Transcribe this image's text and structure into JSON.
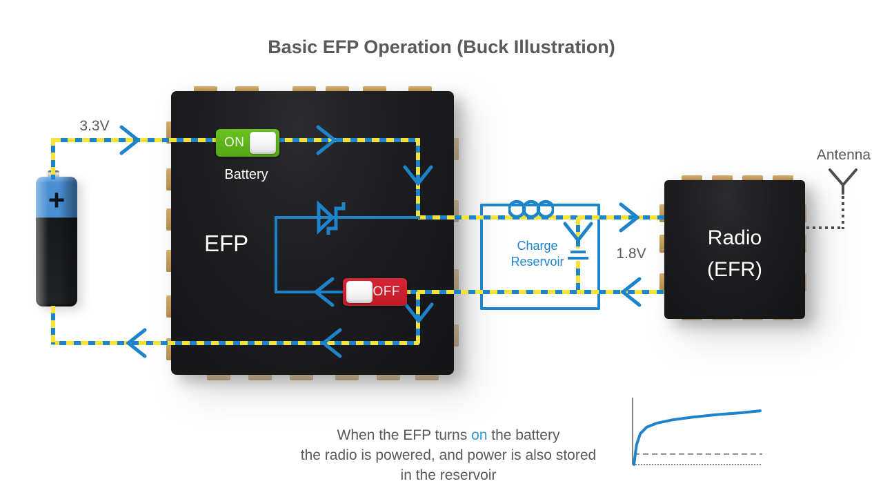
{
  "title": "Basic EFP Operation (Buck Illustration)",
  "battery": {
    "plus_sign": "+",
    "voltage": "3.3V"
  },
  "efp": {
    "name": "EFP",
    "switch_on": "ON",
    "switch_off": "OFF",
    "switch_caption": "Battery"
  },
  "reservoir": {
    "label_line1": "Charge",
    "label_line2": "Reservoir",
    "output_voltage": "1.8V"
  },
  "radio": {
    "name_line1": "Radio",
    "name_line2": "(EFR)",
    "antenna_label": "Antenna"
  },
  "caption": {
    "part1": "When the EFP turns ",
    "highlight": "on",
    "part2": " the battery",
    "line2": "the radio is powered, and power is also stored",
    "line3": "in the reservoir"
  },
  "mini_chart": {
    "type": "line",
    "title": "",
    "x": [
      0,
      0.02,
      0.05,
      0.1,
      0.18,
      0.3,
      0.45,
      0.65,
      0.85,
      1.0
    ],
    "y_norm": [
      0,
      0.3,
      0.47,
      0.57,
      0.63,
      0.68,
      0.72,
      0.76,
      0.79,
      0.82
    ],
    "threshold_y_norm": 0.16
  },
  "colors": {
    "wire_blue": "#1d83cb",
    "dash_yellow": "#f5e33c",
    "switch_green": "#5cb31a",
    "switch_red": "#d02030",
    "chip_black": "#1a1a1c",
    "pad_gold": "#c9a25e",
    "text_gray": "#595959",
    "caption_blue": "#2e96d5",
    "antenna_gray": "#4d4d4d",
    "axis_gray": "#808080",
    "battery_blue": "#4a8fd4",
    "battery_black": "#17191c"
  }
}
